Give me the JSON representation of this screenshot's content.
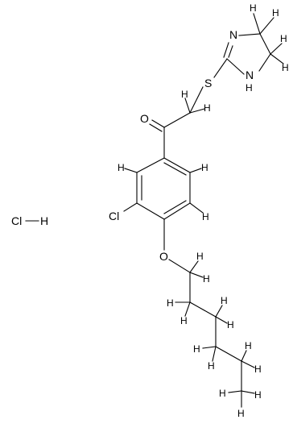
{
  "atoms": {
    "n_upper": "N",
    "n_lower": "N",
    "h_on_n": "H",
    "sulfur": "S",
    "oxygen_carbonyl": "O",
    "chlorine": "Cl",
    "oxygen_ether": "O",
    "hcl_cl": "Cl",
    "hcl_h": "H",
    "hydrogen": "H"
  }
}
